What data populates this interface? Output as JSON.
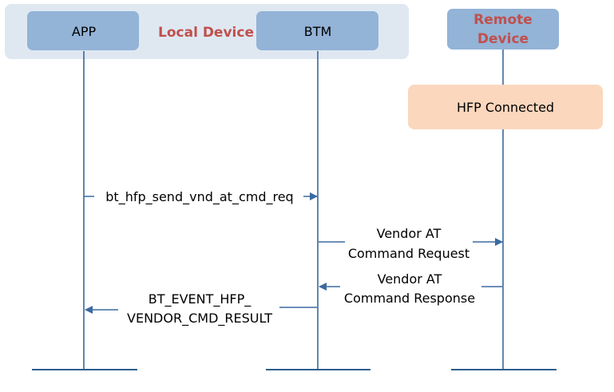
{
  "groups": {
    "local_device": "Local Device",
    "remote_device_line1": "Remote",
    "remote_device_line2": "Device"
  },
  "participants": {
    "app": "APP",
    "btm": "BTM"
  },
  "state": {
    "hfp_connected": "HFP Connected"
  },
  "messages": [
    {
      "lines": [
        "bt_hfp_send_vnd_at_cmd_req"
      ]
    },
    {
      "lines": [
        "Vendor AT",
        "Command Request"
      ]
    },
    {
      "lines": [
        "Vendor AT",
        "Command Response"
      ]
    },
    {
      "lines": [
        "BT_EVENT_HFP_",
        "VENDOR_CMD_RESULT"
      ]
    }
  ],
  "colors": {
    "group_bg": "#dfe8f1",
    "box_fill": "#93b3d7",
    "state_fill": "#fbd7bd",
    "line": "#2e5e8e",
    "arrow": "#3b6aa0",
    "group_label": "#c0504d"
  }
}
